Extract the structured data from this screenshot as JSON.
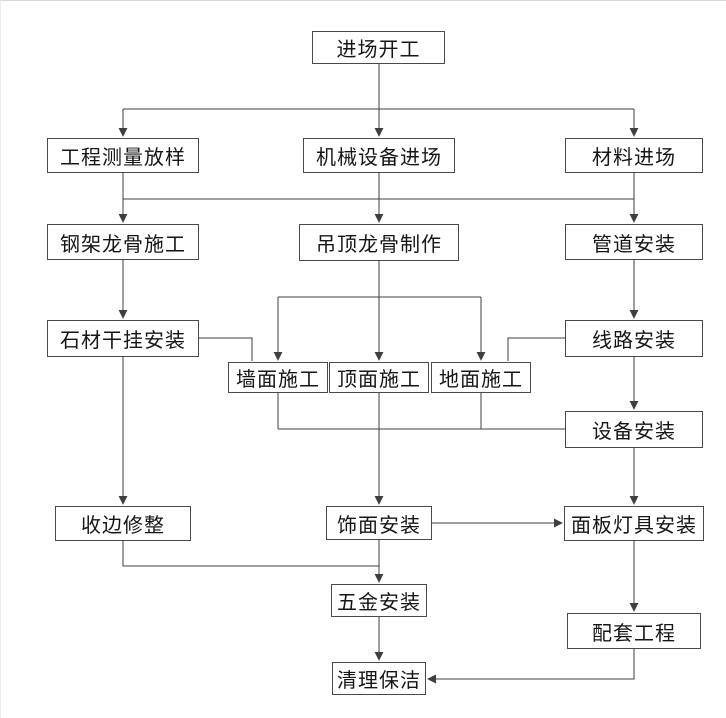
{
  "diagram": {
    "nodes": [
      {
        "id": "start",
        "label": "进场开工"
      },
      {
        "id": "survey",
        "label": "工程测量放样"
      },
      {
        "id": "equipment",
        "label": "机械设备进场"
      },
      {
        "id": "material",
        "label": "材料进场"
      },
      {
        "id": "steel_keel",
        "label": "钢架龙骨施工"
      },
      {
        "id": "ceiling_keel",
        "label": "吊顶龙骨制作"
      },
      {
        "id": "pipe",
        "label": "管道安装"
      },
      {
        "id": "stone_hang",
        "label": "石材干挂安装"
      },
      {
        "id": "circuit",
        "label": "线路安装"
      },
      {
        "id": "wall_work",
        "label": "墙面施工"
      },
      {
        "id": "top_work",
        "label": "顶面施工"
      },
      {
        "id": "floor_work",
        "label": "地面施工"
      },
      {
        "id": "device",
        "label": "设备安装"
      },
      {
        "id": "edge_trim",
        "label": "收边修整"
      },
      {
        "id": "finish",
        "label": "饰面安装"
      },
      {
        "id": "panel_light",
        "label": "面板灯具安装"
      },
      {
        "id": "hardware",
        "label": "五金安装"
      },
      {
        "id": "support_works",
        "label": "配套工程"
      },
      {
        "id": "cleaning",
        "label": "清理保洁"
      }
    ],
    "edges": [
      {
        "from": "start",
        "to": "survey",
        "arrow": true
      },
      {
        "from": "start",
        "to": "equipment",
        "arrow": true
      },
      {
        "from": "start",
        "to": "material",
        "arrow": true
      },
      {
        "from": "survey",
        "to": "steel_keel",
        "arrow": true,
        "via": "bus"
      },
      {
        "from": "equipment",
        "to": "ceiling_keel",
        "arrow": true,
        "via": "bus"
      },
      {
        "from": "material",
        "to": "pipe",
        "arrow": true,
        "via": "bus"
      },
      {
        "from": "steel_keel",
        "to": "stone_hang",
        "arrow": true
      },
      {
        "from": "ceiling_keel",
        "to": "wall_work",
        "arrow": true
      },
      {
        "from": "ceiling_keel",
        "to": "top_work",
        "arrow": true
      },
      {
        "from": "ceiling_keel",
        "to": "floor_work",
        "arrow": true
      },
      {
        "from": "pipe",
        "to": "circuit",
        "arrow": true
      },
      {
        "from": "stone_hang",
        "to": "wall_work",
        "arrow": false
      },
      {
        "from": "circuit",
        "to": "floor_work",
        "arrow": false
      },
      {
        "from": "circuit",
        "to": "device",
        "arrow": true
      },
      {
        "from": "wall_work",
        "to": "finish",
        "arrow": true,
        "via": "bus"
      },
      {
        "from": "top_work",
        "to": "finish",
        "arrow": true,
        "via": "bus"
      },
      {
        "from": "floor_work",
        "to": "finish",
        "arrow": true,
        "via": "bus"
      },
      {
        "from": "wall_work",
        "to": "device",
        "arrow": false,
        "via": "bus"
      },
      {
        "from": "stone_hang",
        "to": "edge_trim",
        "arrow": true
      },
      {
        "from": "device",
        "to": "panel_light",
        "arrow": true
      },
      {
        "from": "finish",
        "to": "panel_light",
        "arrow": true
      },
      {
        "from": "edge_trim",
        "to": "hardware",
        "arrow": true,
        "via": "merge"
      },
      {
        "from": "finish",
        "to": "hardware",
        "arrow": true
      },
      {
        "from": "panel_light",
        "to": "support_works",
        "arrow": true
      },
      {
        "from": "hardware",
        "to": "cleaning",
        "arrow": true
      },
      {
        "from": "support_works",
        "to": "cleaning",
        "arrow": true
      }
    ],
    "colors": {
      "line": "#3f3f3f",
      "box_border": "#4a4a4a",
      "box_fill": "#ffffff",
      "text": "#161616",
      "background": "#ffffff"
    }
  }
}
